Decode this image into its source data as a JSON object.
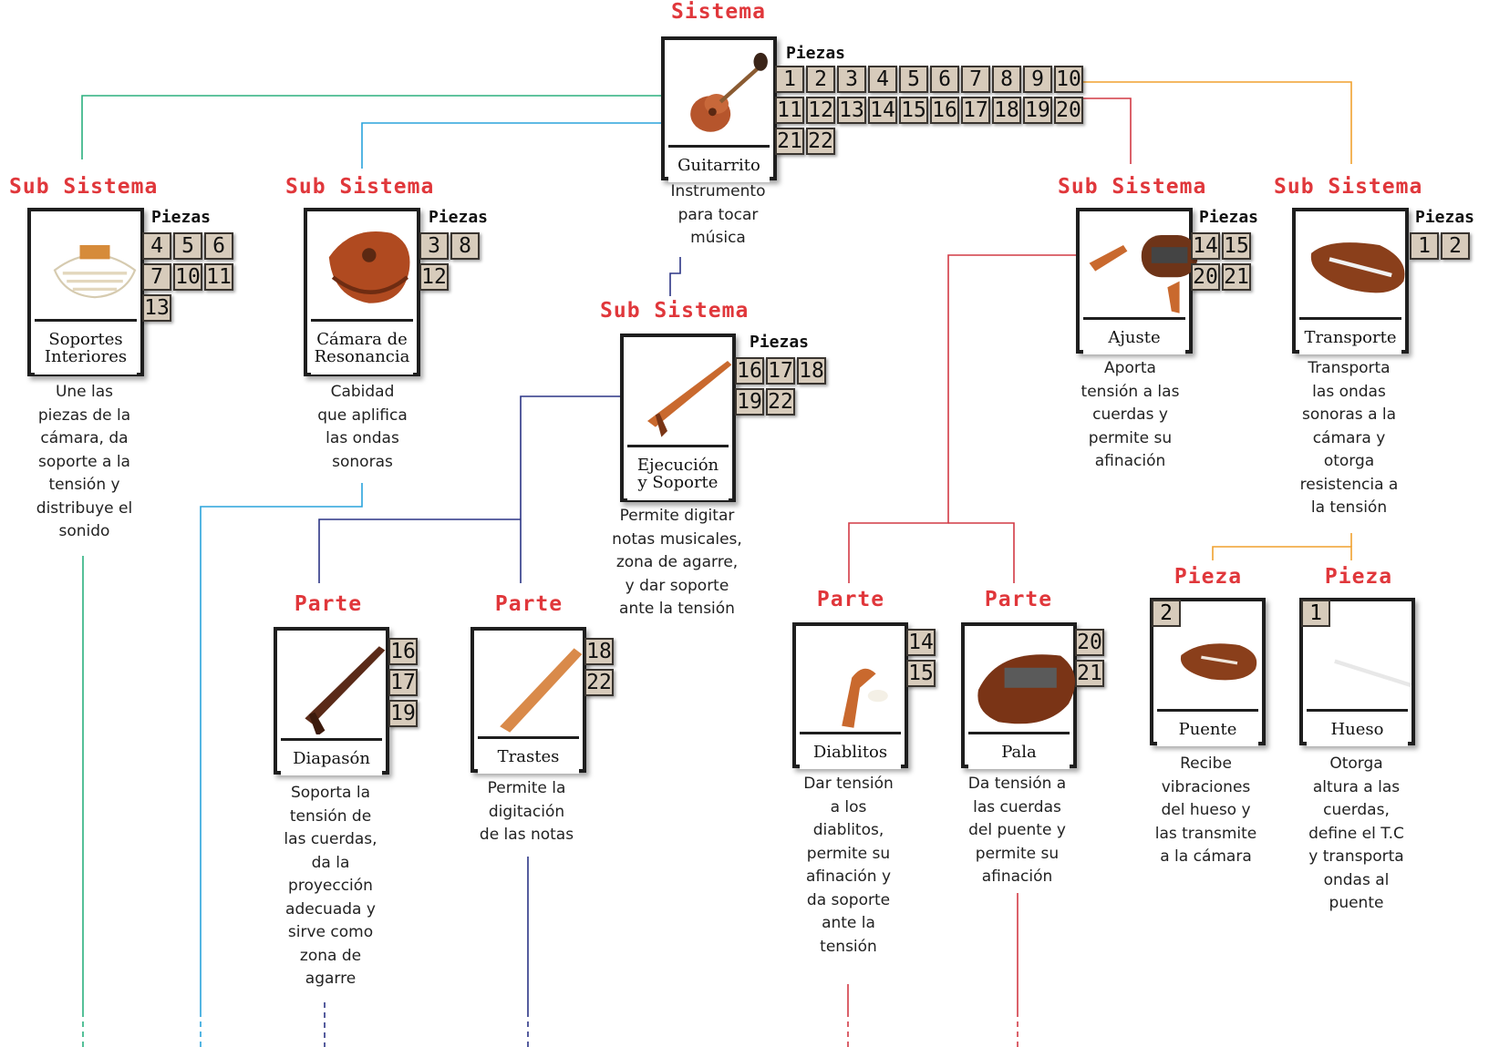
{
  "labels": {
    "sistema": "Sistema",
    "subsistema": "Sub Sistema",
    "parte": "Parte",
    "pieza": "Pieza",
    "piezas": "Piezas"
  },
  "root": {
    "name": "Guitarrito",
    "description": "Instrumento\npara tocar\nmúsica",
    "pieces": [
      "1",
      "2",
      "3",
      "4",
      "5",
      "6",
      "7",
      "8",
      "9",
      "10",
      "11",
      "12",
      "13",
      "14",
      "15",
      "16",
      "17",
      "18",
      "19",
      "20",
      "21",
      "22"
    ]
  },
  "subsystems": [
    {
      "name_lines": [
        "Soportes",
        "Interiores"
      ],
      "description": "Une las\npiezas de la\ncámara, da\nsoporte a la\ntensión y\ndistribuye el\nsonido",
      "pieces": [
        "4",
        "5",
        "6",
        "7",
        "10",
        "11",
        "13"
      ]
    },
    {
      "name_lines": [
        "Cámara de",
        "Resonancia"
      ],
      "description": "Cabidad\nque aplifica\nlas ondas\nsonoras",
      "pieces": [
        "3",
        "8",
        "12"
      ]
    },
    {
      "name_lines": [
        "Ejecución",
        "y Soporte"
      ],
      "description": "Permite digitar\nnotas musicales,\nzona de agarre,\ny dar soporte\nante la tensión",
      "pieces": [
        "16",
        "17",
        "18",
        "19",
        "22"
      ]
    },
    {
      "name_lines": [
        "Ajuste"
      ],
      "description": "Aporta\ntensión a las\ncuerdas y\npermite su\nafinación",
      "pieces": [
        "14",
        "15",
        "20",
        "21"
      ]
    },
    {
      "name_lines": [
        "Transporte"
      ],
      "description": "Transporta\nlas ondas\nsonoras a la\ncámara y\notorga\nresistencia a\nla tensión",
      "pieces": [
        "1",
        "2"
      ]
    }
  ],
  "parts": [
    {
      "name": "Diapasón",
      "description": "Soporta la\ntensión de\nlas cuerdas,\nda la\nproyección\nadecuada y\nsirve como\nzona de\nagarre",
      "pieces": [
        "16",
        "17",
        "19"
      ]
    },
    {
      "name": "Trastes",
      "description": "Permite la\ndigitación\nde las notas",
      "pieces": [
        "18",
        "22"
      ]
    },
    {
      "name": "Diablitos",
      "description": "Dar tensión\na los\ndiablitos,\npermite su\nafinación y\nda soporte\nante la\ntensión",
      "pieces": [
        "14",
        "15"
      ]
    },
    {
      "name": "Pala",
      "description": "Da tensión a\nlas cuerdas\ndel puente y\npermite su\nafinación",
      "pieces": [
        "20",
        "21"
      ]
    }
  ],
  "pieces": [
    {
      "name": "Puente",
      "number": "2",
      "description": "Recibe\nvibraciones\ndel hueso y\nlas transmite\na la cámara"
    },
    {
      "name": "Hueso",
      "number": "1",
      "description": "Otorga\naltura a las\ncuerdas,\ndefine el T.C\ny transporta\nondas al\npuente"
    }
  ],
  "colors": {
    "title_red": "#e0373b",
    "line_green": "#2bb17f",
    "line_blue": "#2aa3dc",
    "line_navy": "#2c3585",
    "line_red": "#d23a45",
    "line_orange": "#f0a12f",
    "tile_bg": "#d7cbbb"
  }
}
